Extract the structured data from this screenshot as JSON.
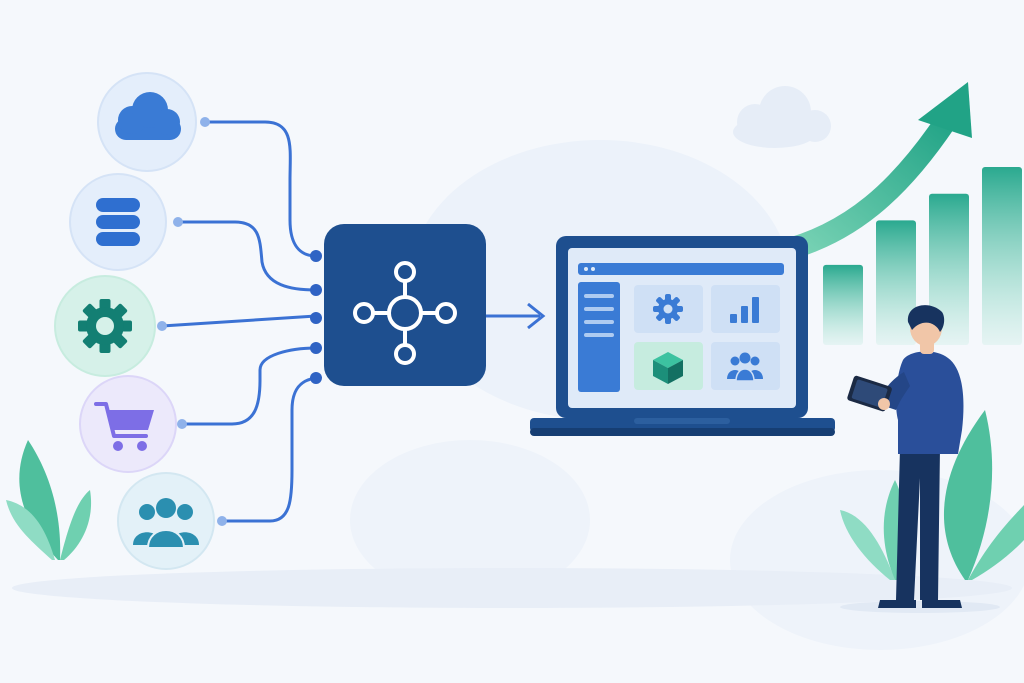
{
  "illustration": {
    "palette": {
      "background": "#f5f8fc",
      "primary_blue": "#1e4f8f",
      "accent_blue": "#3a7bd5",
      "line_blue": "#3b72d4",
      "teal": "#1f9e8a",
      "mint": "#6fd0b0",
      "purple": "#7d6ee6",
      "screen_bg": "#dfeaf8"
    },
    "sources": [
      {
        "name": "cloud",
        "icon": "cloud-icon",
        "color": "#3a7bd5",
        "fill": "#e4eefb"
      },
      {
        "name": "database",
        "icon": "database-icon",
        "color": "#2f6fd0",
        "fill": "#e4eefb"
      },
      {
        "name": "settings",
        "icon": "gear-icon",
        "color": "#137f73",
        "fill": "#d6f1e9"
      },
      {
        "name": "commerce",
        "icon": "shopping-cart-icon",
        "color": "#7d6ee6",
        "fill": "#ece9fb"
      },
      {
        "name": "people",
        "icon": "people-group-icon",
        "color": "#2b8fb0",
        "fill": "#e3f1f8"
      }
    ],
    "hub": {
      "icon": "network-hub-icon",
      "color": "#1e4f8f"
    },
    "dashboard_tiles": [
      "gear-icon",
      "bar-chart-icon",
      "cube-icon",
      "people-group-icon"
    ],
    "growth_chart": {
      "bars": [
        0.45,
        0.7,
        0.85,
        1.0
      ],
      "trend": "up",
      "color": "#1f9e8a"
    },
    "person": {
      "holding": "tablet-icon"
    }
  }
}
